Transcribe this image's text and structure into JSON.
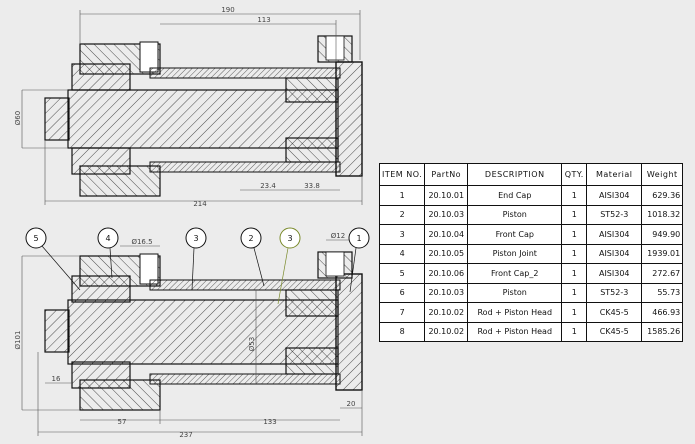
{
  "views": {
    "top": {
      "dims": {
        "overall_length": "190",
        "rod_length": "113",
        "diameter": "Ø60",
        "total_length": "214",
        "small_a": "23.4",
        "small_b": "33.8"
      }
    },
    "bottom": {
      "dims": {
        "overall_length": "237",
        "right_length": "133",
        "left_length": "57",
        "diameter_large": "Ø101",
        "diameter_mid": "Ø53",
        "diameter_hole": "Ø16.5",
        "diameter_bolt": "Ø12",
        "left_step": "16",
        "right_step": "20"
      },
      "balloons": [
        "5",
        "4",
        "3",
        "2",
        "3",
        "1"
      ]
    }
  },
  "bom": {
    "headers": [
      "ITEM NO.",
      "PartNo",
      "DESCRIPTION",
      "QTY.",
      "Material",
      "Weight"
    ],
    "rows": [
      {
        "item": "1",
        "part": "20.10.01",
        "desc": "End Cap",
        "qty": "1",
        "material": "AISI304",
        "weight": "629.36"
      },
      {
        "item": "2",
        "part": "20.10.03",
        "desc": "Piston",
        "qty": "1",
        "material": "ST52-3",
        "weight": "1018.32"
      },
      {
        "item": "3",
        "part": "20.10.04",
        "desc": "Front Cap",
        "qty": "1",
        "material": "AISI304",
        "weight": "949.90"
      },
      {
        "item": "4",
        "part": "20.10.05",
        "desc": "Piston Joint",
        "qty": "1",
        "material": "AISI304",
        "weight": "1939.01"
      },
      {
        "item": "5",
        "part": "20.10.06",
        "desc": "Front Cap_2",
        "qty": "1",
        "material": "AISI304",
        "weight": "272.67"
      },
      {
        "item": "6",
        "part": "20.10.03",
        "desc": "Piston",
        "qty": "1",
        "material": "ST52-3",
        "weight": "55.73"
      },
      {
        "item": "7",
        "part": "20.10.02",
        "desc": "Rod + Piston Head",
        "qty": "1",
        "material": "CK45-5",
        "weight": "466.93"
      },
      {
        "item": "8",
        "part": "20.10.02",
        "desc": "Rod + Piston Head",
        "qty": "1",
        "material": "CK45-5",
        "weight": "1585.26"
      }
    ]
  }
}
